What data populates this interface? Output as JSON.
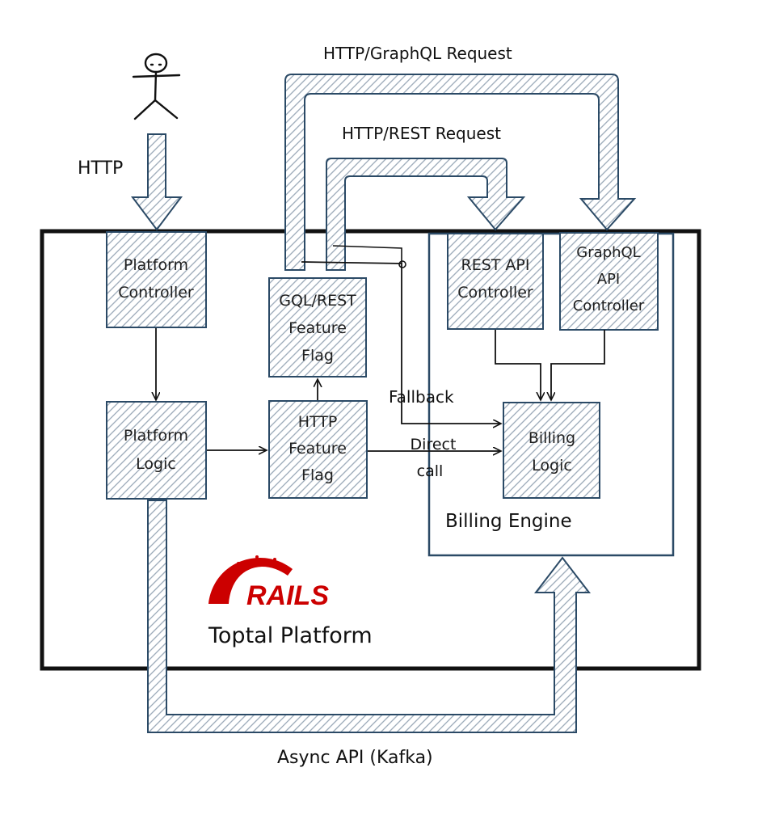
{
  "actor": {
    "icon": "stick-figure-icon"
  },
  "labels": {
    "http": "HTTP",
    "graphql_request": "HTTP/GraphQL Request",
    "rest_request": "HTTP/REST Request",
    "fallback": "Fallback",
    "direct_call_1": "Direct",
    "direct_call_2": "call",
    "async_api": "Async API (Kafka)",
    "billing_engine": "Billing Engine",
    "toptal_platform": "Toptal Platform",
    "rails_logo": "RAILS"
  },
  "boxes": {
    "platform_controller": [
      "Platform",
      "Controller"
    ],
    "platform_logic": [
      "Platform",
      "Logic"
    ],
    "gql_rest_flag": [
      "GQL/REST",
      "Feature",
      "Flag"
    ],
    "http_flag": [
      "HTTP",
      "Feature",
      "Flag"
    ],
    "rest_api_controller": [
      "REST API",
      "Controller"
    ],
    "graphql_api_controller": [
      "GraphQL",
      "API",
      "Controller"
    ],
    "billing_logic": [
      "Billing",
      "Logic"
    ]
  },
  "colors": {
    "outline": "#2b4a66",
    "hatch": "#9aa9b8",
    "frame": "#111111",
    "rails_red": "#cc0000"
  }
}
